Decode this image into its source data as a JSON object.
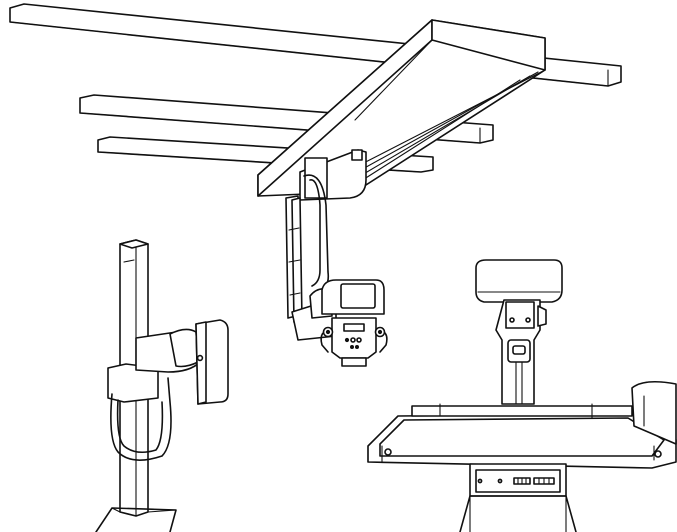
{
  "palette": {
    "line": "#111111",
    "fill": "#ffffff"
  },
  "components": [
    "ceiling-rail-system",
    "ceiling-mounted-xray-tube",
    "wall-bucky-stand",
    "radiography-table"
  ]
}
